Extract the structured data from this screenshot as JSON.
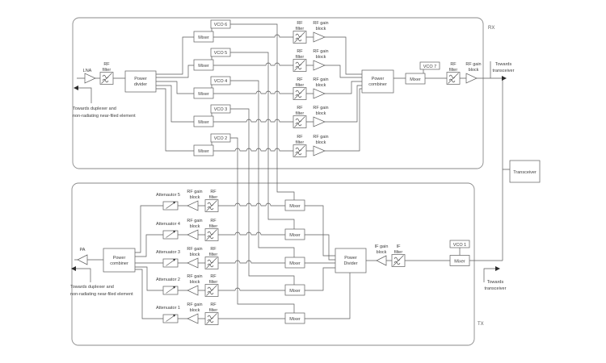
{
  "shared": {
    "mixer_label": "Mixer",
    "rf_filter_label": [
      "RF",
      "filter"
    ],
    "rf_gain_label": [
      "RF gain",
      "block"
    ],
    "if_filter_label": [
      "IF",
      "filter"
    ],
    "if_gain_label": [
      "IF gain",
      "block"
    ]
  },
  "rx": {
    "section_label": "RX",
    "lna_label": "LNA",
    "power_divider_label": [
      "Power",
      "divider"
    ],
    "power_combiner_label": [
      "Power",
      "combiner"
    ],
    "vco_labels": [
      "VCO 6",
      "VCO 5",
      "VCO 4",
      "VCO 3",
      "VCO 2"
    ],
    "output_vco_label": "VCO 7",
    "towards_transceiver": [
      "Towards",
      "transceiver"
    ],
    "towards_duplexer": [
      "Towards duplexer and",
      "non-radiating near-filed element"
    ]
  },
  "tx": {
    "section_label": "TX",
    "pa_label": "PA",
    "power_combiner_label": [
      "Power",
      "combiner"
    ],
    "power_divider_label": [
      "Power",
      "Divider"
    ],
    "attenuator_labels": [
      "Attenautor 5",
      "Attenuator 4",
      "Attenuator 3",
      "Attenuator 2",
      "Attenuator 1"
    ],
    "input_vco_label": "VCO 1",
    "towards_transceiver": [
      "Towards",
      "transceiver"
    ],
    "towards_duplexer": [
      "Towards duplexer and",
      "non-radiating near-filed element"
    ]
  },
  "transceiver_label": "Transceiver"
}
